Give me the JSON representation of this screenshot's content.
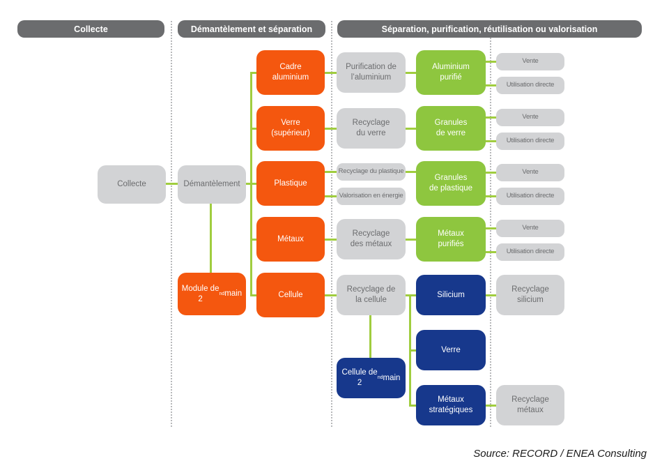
{
  "headers": {
    "collecte": "Collecte",
    "demantelement_separation": "Démantèlement et séparation",
    "separation_purification": "Séparation, purification, réutilisation ou valorisation"
  },
  "nodes": {
    "collecte": "Collecte",
    "demantelement": "Démantèlement",
    "module_seconde_main": "Module de\n2[sup]nd[/sup] main",
    "cadre_aluminium": "Cadre\naluminium",
    "verre_superieur": "Verre\n(supérieur)",
    "plastique": "Plastique",
    "metaux": "Métaux",
    "cellule": "Cellule",
    "purification_aluminium": "Purification de\nl’aluminium",
    "recyclage_verre": "Recyclage\ndu verre",
    "recyclage_plastique": "Recyclage du plastique",
    "valorisation_energie": "Valorisation en énergie",
    "recyclage_metaux": "Recyclage\ndes métaux",
    "recyclage_cellule": "Recyclage de\nla cellule",
    "cellule_seconde_main": "Cellule de\n2[sup]nd[/sup] main",
    "aluminium_purifie": "Aluminium\npurifié",
    "granules_verre": "Granules\nde verre",
    "granules_plastique": "Granules\nde plastique",
    "metaux_purifies": "Métaux\npurifiés",
    "silicium": "Silicium",
    "verre": "Verre",
    "metaux_strategiques": "Métaux\nstratégiques",
    "vente": "Vente",
    "utilisation_directe": "Utilisation directe",
    "recyclage_silicium": "Recyclage\nsilicium",
    "recyclage_metaux_final": "Recyclage\nmétaux"
  },
  "source_note": "Source: RECORD / ENEA Consulting",
  "colors": {
    "header_bar": "#6b6c6e",
    "box_gray": "#d2d3d5",
    "box_gray_text": "#6b6c6e",
    "box_orange": "#f4570f",
    "box_green": "#8ec63f",
    "box_blue": "#17388c",
    "connector": "#a0cd3f",
    "separator": "#b7b8ba"
  }
}
